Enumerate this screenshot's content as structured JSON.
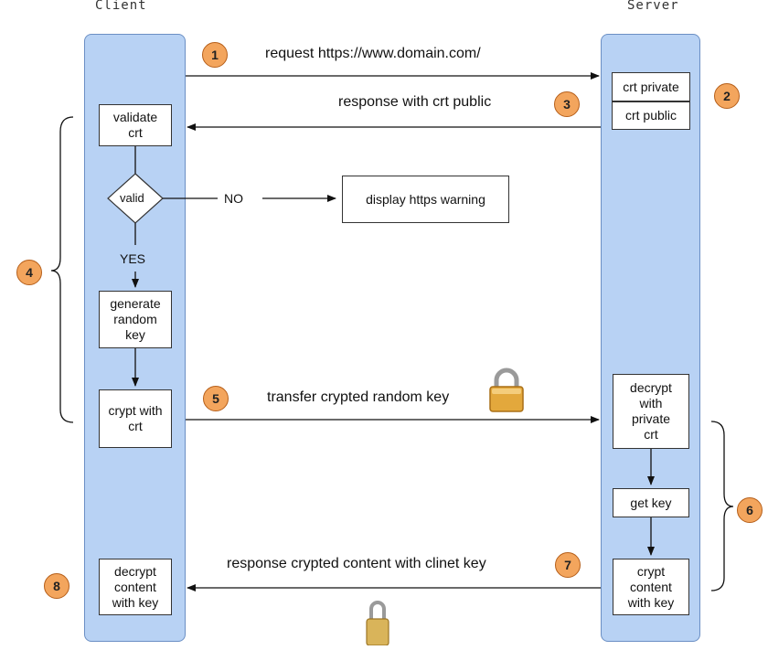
{
  "client_title": "Client",
  "server_title": "Server",
  "steps": {
    "s1": "1",
    "s2": "2",
    "s3": "3",
    "s4": "4",
    "s5": "5",
    "s6": "6",
    "s7": "7",
    "s8": "8"
  },
  "messages": {
    "request": "request https://www.domain.com/",
    "response_crt": "response with crt public",
    "transfer_key": "transfer crypted random key",
    "response_content": "response crypted content with clinet key"
  },
  "client_boxes": {
    "validate": "validate\ncrt",
    "valid": "valid",
    "generate": "generate\nrandom\nkey",
    "crypt": "crypt with\ncrt",
    "decrypt_content": "decrypt\ncontent\nwith key"
  },
  "server_boxes": {
    "crt_private": "crt private",
    "crt_public": "crt public",
    "decrypt_private": "decrypt\nwith\nprivate\ncrt",
    "get_key": "get key",
    "crypt_content": "crypt\ncontent\nwith key"
  },
  "branch": {
    "no": "NO",
    "yes": "YES",
    "warning": "display https warning"
  },
  "icons": [
    "lock-icon"
  ],
  "colors": {
    "lane_fill": "#b8d2f4",
    "badge_fill": "#f3a55d"
  }
}
